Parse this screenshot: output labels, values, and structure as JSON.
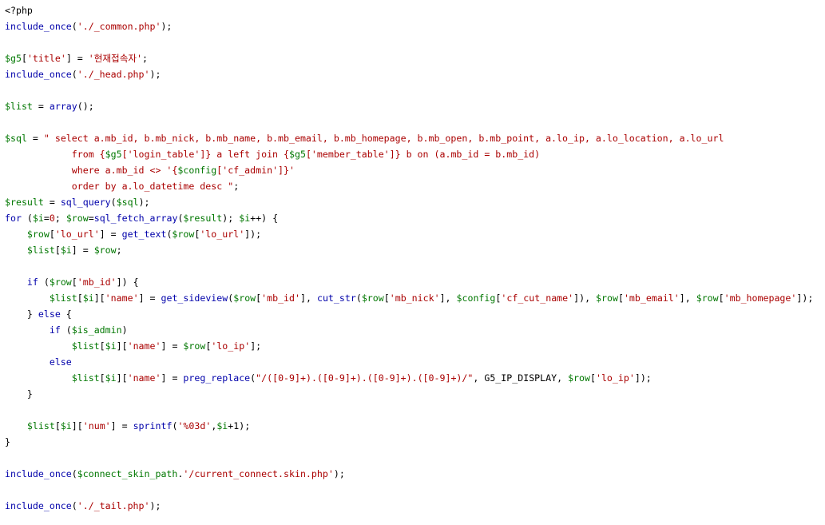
{
  "colors": {
    "background": "#ffffff",
    "keyword": "#0000aa",
    "variable": "#007700",
    "string": "#aa0000",
    "plain": "#000000"
  },
  "code_lines": [
    [
      {
        "t": "<?php",
        "k": "tag"
      }
    ],
    [
      {
        "t": "include_once",
        "k": "fn"
      },
      {
        "t": "(",
        "k": "op"
      },
      {
        "t": "'./_common.php'",
        "k": "str"
      },
      {
        "t": ");",
        "k": "op"
      }
    ],
    [],
    [
      {
        "t": "$g5",
        "k": "var"
      },
      {
        "t": "[",
        "k": "op"
      },
      {
        "t": "'title'",
        "k": "str"
      },
      {
        "t": "] = ",
        "k": "op"
      },
      {
        "t": "'현재접속자'",
        "k": "str"
      },
      {
        "t": ";",
        "k": "op"
      }
    ],
    [
      {
        "t": "include_once",
        "k": "fn"
      },
      {
        "t": "(",
        "k": "op"
      },
      {
        "t": "'./_head.php'",
        "k": "str"
      },
      {
        "t": ");",
        "k": "op"
      }
    ],
    [],
    [
      {
        "t": "$list",
        "k": "var"
      },
      {
        "t": " = ",
        "k": "op"
      },
      {
        "t": "array",
        "k": "fn"
      },
      {
        "t": "();",
        "k": "op"
      }
    ],
    [],
    [
      {
        "t": "$sql",
        "k": "var"
      },
      {
        "t": " = ",
        "k": "op"
      },
      {
        "t": "\" select a.mb_id, b.mb_nick, b.mb_name, b.mb_email, b.mb_homepage, b.mb_open, b.mb_point, a.lo_ip, a.lo_location, a.lo_url",
        "k": "str"
      }
    ],
    [
      {
        "t": "            from {",
        "k": "str"
      },
      {
        "t": "$g5",
        "k": "var"
      },
      {
        "t": "['login_table']",
        "k": "str"
      },
      {
        "t": "} a left join {",
        "k": "str"
      },
      {
        "t": "$g5",
        "k": "var"
      },
      {
        "t": "['member_table']",
        "k": "str"
      },
      {
        "t": "} b on (a.mb_id = b.mb_id)",
        "k": "str"
      }
    ],
    [
      {
        "t": "            where a.mb_id <> '{",
        "k": "str"
      },
      {
        "t": "$config",
        "k": "var"
      },
      {
        "t": "['cf_admin']",
        "k": "str"
      },
      {
        "t": "}'",
        "k": "str"
      }
    ],
    [
      {
        "t": "            order by a.lo_datetime desc \"",
        "k": "str"
      },
      {
        "t": ";",
        "k": "op"
      }
    ],
    [
      {
        "t": "$result",
        "k": "var"
      },
      {
        "t": " = ",
        "k": "op"
      },
      {
        "t": "sql_query",
        "k": "fn"
      },
      {
        "t": "(",
        "k": "op"
      },
      {
        "t": "$sql",
        "k": "var"
      },
      {
        "t": ");",
        "k": "op"
      }
    ],
    [
      {
        "t": "for",
        "k": "kw"
      },
      {
        "t": " (",
        "k": "op"
      },
      {
        "t": "$i",
        "k": "var"
      },
      {
        "t": "=",
        "k": "op"
      },
      {
        "t": "0",
        "k": "num"
      },
      {
        "t": "; ",
        "k": "op"
      },
      {
        "t": "$row",
        "k": "var"
      },
      {
        "t": "=",
        "k": "op"
      },
      {
        "t": "sql_fetch_array",
        "k": "fn"
      },
      {
        "t": "(",
        "k": "op"
      },
      {
        "t": "$result",
        "k": "var"
      },
      {
        "t": "); ",
        "k": "op"
      },
      {
        "t": "$i",
        "k": "var"
      },
      {
        "t": "++) {",
        "k": "op"
      }
    ],
    [
      {
        "t": "    ",
        "k": "plain"
      },
      {
        "t": "$row",
        "k": "var"
      },
      {
        "t": "[",
        "k": "op"
      },
      {
        "t": "'lo_url'",
        "k": "str"
      },
      {
        "t": "] = ",
        "k": "op"
      },
      {
        "t": "get_text",
        "k": "fn"
      },
      {
        "t": "(",
        "k": "op"
      },
      {
        "t": "$row",
        "k": "var"
      },
      {
        "t": "[",
        "k": "op"
      },
      {
        "t": "'lo_url'",
        "k": "str"
      },
      {
        "t": "]);",
        "k": "op"
      }
    ],
    [
      {
        "t": "    ",
        "k": "plain"
      },
      {
        "t": "$list",
        "k": "var"
      },
      {
        "t": "[",
        "k": "op"
      },
      {
        "t": "$i",
        "k": "var"
      },
      {
        "t": "] = ",
        "k": "op"
      },
      {
        "t": "$row",
        "k": "var"
      },
      {
        "t": ";",
        "k": "op"
      }
    ],
    [],
    [
      {
        "t": "    ",
        "k": "plain"
      },
      {
        "t": "if",
        "k": "kw"
      },
      {
        "t": " (",
        "k": "op"
      },
      {
        "t": "$row",
        "k": "var"
      },
      {
        "t": "[",
        "k": "op"
      },
      {
        "t": "'mb_id'",
        "k": "str"
      },
      {
        "t": "]) {",
        "k": "op"
      }
    ],
    [
      {
        "t": "        ",
        "k": "plain"
      },
      {
        "t": "$list",
        "k": "var"
      },
      {
        "t": "[",
        "k": "op"
      },
      {
        "t": "$i",
        "k": "var"
      },
      {
        "t": "][",
        "k": "op"
      },
      {
        "t": "'name'",
        "k": "str"
      },
      {
        "t": "] = ",
        "k": "op"
      },
      {
        "t": "get_sideview",
        "k": "fn"
      },
      {
        "t": "(",
        "k": "op"
      },
      {
        "t": "$row",
        "k": "var"
      },
      {
        "t": "[",
        "k": "op"
      },
      {
        "t": "'mb_id'",
        "k": "str"
      },
      {
        "t": "], ",
        "k": "op"
      },
      {
        "t": "cut_str",
        "k": "fn"
      },
      {
        "t": "(",
        "k": "op"
      },
      {
        "t": "$row",
        "k": "var"
      },
      {
        "t": "[",
        "k": "op"
      },
      {
        "t": "'mb_nick'",
        "k": "str"
      },
      {
        "t": "], ",
        "k": "op"
      },
      {
        "t": "$config",
        "k": "var"
      },
      {
        "t": "[",
        "k": "op"
      },
      {
        "t": "'cf_cut_name'",
        "k": "str"
      },
      {
        "t": "]), ",
        "k": "op"
      },
      {
        "t": "$row",
        "k": "var"
      },
      {
        "t": "[",
        "k": "op"
      },
      {
        "t": "'mb_email'",
        "k": "str"
      },
      {
        "t": "], ",
        "k": "op"
      },
      {
        "t": "$row",
        "k": "var"
      },
      {
        "t": "[",
        "k": "op"
      },
      {
        "t": "'mb_homepage'",
        "k": "str"
      },
      {
        "t": "]);",
        "k": "op"
      }
    ],
    [
      {
        "t": "    } ",
        "k": "op"
      },
      {
        "t": "else",
        "k": "kw"
      },
      {
        "t": " {",
        "k": "op"
      }
    ],
    [
      {
        "t": "        ",
        "k": "plain"
      },
      {
        "t": "if",
        "k": "kw"
      },
      {
        "t": " (",
        "k": "op"
      },
      {
        "t": "$is_admin",
        "k": "var"
      },
      {
        "t": ")",
        "k": "op"
      }
    ],
    [
      {
        "t": "            ",
        "k": "plain"
      },
      {
        "t": "$list",
        "k": "var"
      },
      {
        "t": "[",
        "k": "op"
      },
      {
        "t": "$i",
        "k": "var"
      },
      {
        "t": "][",
        "k": "op"
      },
      {
        "t": "'name'",
        "k": "str"
      },
      {
        "t": "] = ",
        "k": "op"
      },
      {
        "t": "$row",
        "k": "var"
      },
      {
        "t": "[",
        "k": "op"
      },
      {
        "t": "'lo_ip'",
        "k": "str"
      },
      {
        "t": "];",
        "k": "op"
      }
    ],
    [
      {
        "t": "        ",
        "k": "plain"
      },
      {
        "t": "else",
        "k": "kw"
      }
    ],
    [
      {
        "t": "            ",
        "k": "plain"
      },
      {
        "t": "$list",
        "k": "var"
      },
      {
        "t": "[",
        "k": "op"
      },
      {
        "t": "$i",
        "k": "var"
      },
      {
        "t": "][",
        "k": "op"
      },
      {
        "t": "'name'",
        "k": "str"
      },
      {
        "t": "] = ",
        "k": "op"
      },
      {
        "t": "preg_replace",
        "k": "fn"
      },
      {
        "t": "(",
        "k": "op"
      },
      {
        "t": "\"/([0-9]+).([0-9]+).([0-9]+).([0-9]+)/\"",
        "k": "str"
      },
      {
        "t": ", G5_IP_DISPLAY, ",
        "k": "const"
      },
      {
        "t": "$row",
        "k": "var"
      },
      {
        "t": "[",
        "k": "op"
      },
      {
        "t": "'lo_ip'",
        "k": "str"
      },
      {
        "t": "]);",
        "k": "op"
      }
    ],
    [
      {
        "t": "    }",
        "k": "op"
      }
    ],
    [],
    [
      {
        "t": "    ",
        "k": "plain"
      },
      {
        "t": "$list",
        "k": "var"
      },
      {
        "t": "[",
        "k": "op"
      },
      {
        "t": "$i",
        "k": "var"
      },
      {
        "t": "][",
        "k": "op"
      },
      {
        "t": "'num'",
        "k": "str"
      },
      {
        "t": "] = ",
        "k": "op"
      },
      {
        "t": "sprintf",
        "k": "fn"
      },
      {
        "t": "(",
        "k": "op"
      },
      {
        "t": "'%03d'",
        "k": "str"
      },
      {
        "t": ",",
        "k": "op"
      },
      {
        "t": "$i",
        "k": "var"
      },
      {
        "t": "+1);",
        "k": "op"
      }
    ],
    [
      {
        "t": "}",
        "k": "op"
      }
    ],
    [],
    [
      {
        "t": "include_once",
        "k": "fn"
      },
      {
        "t": "(",
        "k": "op"
      },
      {
        "t": "$connect_skin_path",
        "k": "var"
      },
      {
        "t": ".",
        "k": "op"
      },
      {
        "t": "'/current_connect.skin.php'",
        "k": "str"
      },
      {
        "t": ");",
        "k": "op"
      }
    ],
    [],
    [
      {
        "t": "include_once",
        "k": "fn"
      },
      {
        "t": "(",
        "k": "op"
      },
      {
        "t": "'./_tail.php'",
        "k": "str"
      },
      {
        "t": ");",
        "k": "op"
      }
    ]
  ]
}
